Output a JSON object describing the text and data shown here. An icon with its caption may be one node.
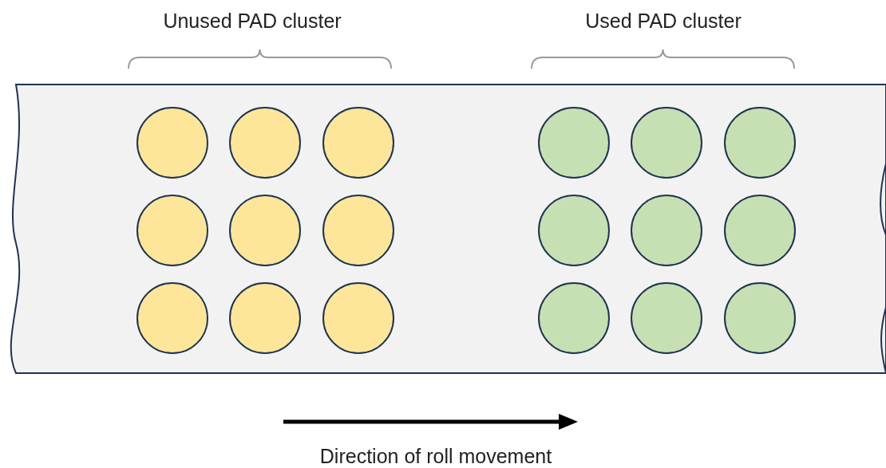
{
  "diagram": {
    "nodes": [
      {
        "text": [],
        "shape": "band"
      },
      {
        "text": [],
        "shape": "circle",
        "in": 0
      },
      {
        "text": [],
        "shape": "circle",
        "in": 0
      },
      {
        "text": [],
        "shape": "circle",
        "in": 0
      },
      {
        "text": [],
        "shape": "circle",
        "in": 0
      },
      {
        "text": [],
        "shape": "circle",
        "in": 0
      },
      {
        "text": [],
        "shape": "circle",
        "in": 0
      },
      {
        "text": [],
        "shape": "circle",
        "in": 0
      },
      {
        "text": [],
        "shape": "circle",
        "in": 0
      },
      {
        "text": [],
        "shape": "circle",
        "in": 0
      },
      {
        "text": [],
        "shape": "circle",
        "in": 0
      },
      {
        "text": [],
        "shape": "circle",
        "in": 0
      },
      {
        "text": [],
        "shape": "circle",
        "in": 0
      },
      {
        "text": [],
        "shape": "circle",
        "in": 0
      },
      {
        "text": [],
        "shape": "circle",
        "in": 0
      },
      {
        "text": [],
        "shape": "circle",
        "in": 0
      },
      {
        "text": [],
        "shape": "circle",
        "in": 0
      },
      {
        "text": [],
        "shape": "circle",
        "in": 0
      },
      {
        "text": [],
        "shape": "circle",
        "in": 0
      }
    ],
    "edges": [],
    "labels": [
      "Unused PAD cluster",
      "Used PAD cluster",
      "Direction of roll movement"
    ]
  }
}
